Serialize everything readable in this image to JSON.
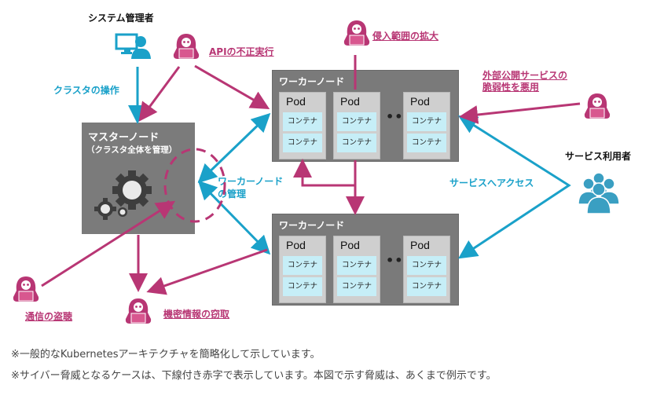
{
  "actors": {
    "admin": {
      "label": "システム管理者",
      "icon": "admin-pc-user-icon"
    },
    "service_users": {
      "label": "サービス利用者",
      "icon": "user-group-icon"
    }
  },
  "flows": {
    "cluster_operation": "クラスタの操作",
    "worker_management_line1": "ワーカーノード",
    "worker_management_line2": "の管理",
    "service_access": "サービスへアクセス"
  },
  "master_node": {
    "title": "マスターノード",
    "subtitle": "（クラスタ全体を管理）",
    "icon": "gears-icon"
  },
  "worker_nodes": [
    {
      "title": "ワーカーノード",
      "ellipsis": "•••",
      "pods": [
        {
          "label": "Pod",
          "containers": [
            "コンテナ",
            "コンテナ"
          ]
        },
        {
          "label": "Pod",
          "containers": [
            "コンテナ",
            "コンテナ"
          ]
        },
        {
          "label": "Pod",
          "containers": [
            "コンテナ",
            "コンテナ"
          ]
        }
      ]
    },
    {
      "title": "ワーカーノード",
      "ellipsis": "•••",
      "pods": [
        {
          "label": "Pod",
          "containers": [
            "コンテナ",
            "コンテナ"
          ]
        },
        {
          "label": "Pod",
          "containers": [
            "コンテナ",
            "コンテナ"
          ]
        },
        {
          "label": "Pod",
          "containers": [
            "コンテナ",
            "コンテナ"
          ]
        }
      ]
    }
  ],
  "threats": {
    "api_abuse": "APIの不正実行",
    "lateral_movement": "侵入範囲の拡大",
    "exploit_line1": "外部公開サービスの",
    "exploit_line2": "脆弱性を悪用",
    "eavesdropping": "通信の盗聴",
    "data_theft": "機密情報の窃取"
  },
  "notes": [
    "※一般的なKubernetesアーキテクチャを簡略化して示しています。",
    "※サイバー脅威となるケースは、下線付き赤字で表示しています。本図で示す脅威は、あくまで例示です。"
  ],
  "colors": {
    "threat": "#b83674",
    "flow": "#1aa1c9",
    "node_bg": "#7a7a7a",
    "pod_bg": "#cfcfcf",
    "container_bg": "#c6eef7"
  }
}
